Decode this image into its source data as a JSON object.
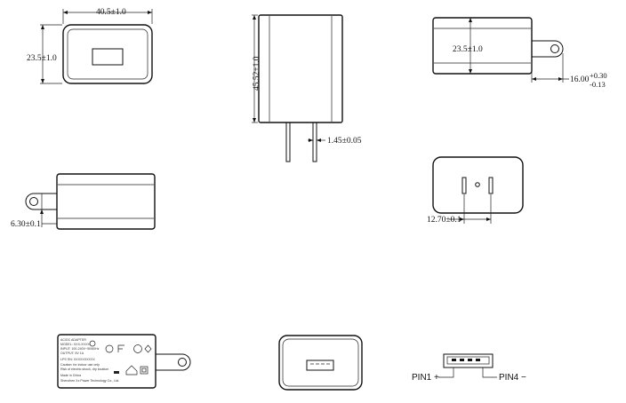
{
  "dimensions": {
    "front_width": "40.5±1.0",
    "front_height": "23.5±1.0",
    "side_height": "45.52±1.0",
    "prong_thickness": "1.45±0.05",
    "top_depth": "23.5±1.0",
    "prong_length_base": "16.00",
    "prong_length_tol_plus": "+0.30",
    "prong_length_tol_minus": "-0.13",
    "prong_offset": "6.30±0.1",
    "prong_spacing": "12.70±0.1"
  },
  "pins": {
    "pin1_label": "PIN1",
    "pin1_sign": "+",
    "pin4_label": "PIN4",
    "pin4_sign": "−"
  },
  "label_text": {
    "line1": "AC/DC ADAPTER",
    "line2": "MODEL: XXX-XXXX",
    "line3": "INPUT: 100-240V~50/60Hz",
    "line4": "OUTPUT: 5V 1A",
    "line5": "LPS  SN: XXXXXXXXXX",
    "line6": "Caution: for indoor use only",
    "line7": "Risk of electric shock, dry location",
    "line8": "Made in China",
    "line9": "Shenzhen Xx Power Technology Co., Ltd."
  }
}
